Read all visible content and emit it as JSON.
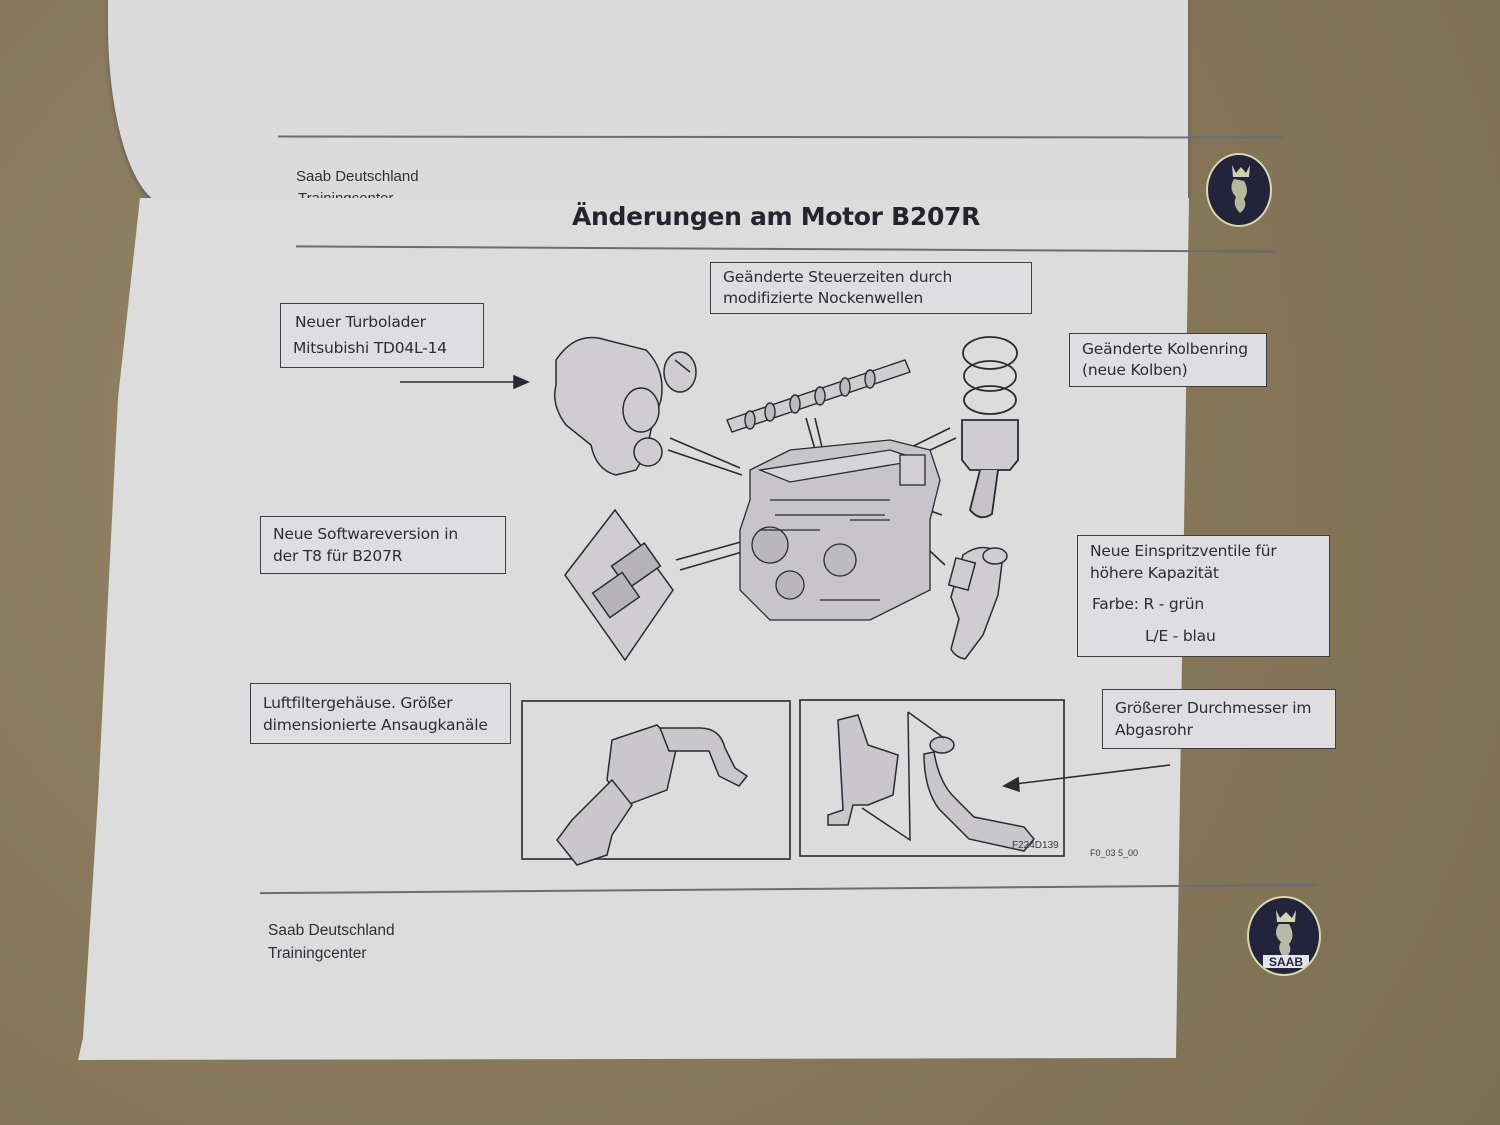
{
  "background": {
    "desk_color": "#8a7c5e",
    "paper_color": "#dddcdd",
    "ink_color": "#2d2c36"
  },
  "back_page": {
    "header": {
      "company": "Saab Deutschland",
      "department": "Trainingcenter"
    },
    "logo": {
      "icon": "saab-griffin-logo-icon"
    }
  },
  "page": {
    "title": "Änderungen am Motor B207R",
    "callouts": [
      {
        "id": "turbo",
        "lines": [
          "Neuer Turbolader",
          "Mitsubishi TD04L-14"
        ]
      },
      {
        "id": "camshaft",
        "lines": [
          "Geänderte Steuerzeiten durch",
          "modifizierte Nockenwellen"
        ]
      },
      {
        "id": "piston",
        "lines": [
          "Geänderte Kolbenring",
          "(neue Kolben)"
        ]
      },
      {
        "id": "software",
        "lines": [
          "Neue Softwareversion in",
          "der T8 für B207R"
        ]
      },
      {
        "id": "injector",
        "lines": [
          "Neue Einspritzventile für",
          "höhere Kapazität",
          "Farbe: R - grün",
          "L/E - blau"
        ]
      },
      {
        "id": "airfilter",
        "lines": [
          "Luftfiltergehäuse. Größer",
          "dimensionierte Ansaugkanäle"
        ]
      },
      {
        "id": "exhaust",
        "lines": [
          "Größerer Durchmesser im",
          "Abgasrohr"
        ]
      }
    ],
    "illustrations": {
      "engine": "engine-b207r-icon",
      "turbo": "turbocharger-icon",
      "camshaft": "camshaft-icon",
      "piston": "piston-rings-icon",
      "ecu": "ecu-t8-icon",
      "injector": "fuel-injector-icon",
      "airfilter": "air-filter-housing-icon",
      "exhaust": "exhaust-pipe-icon"
    },
    "figure_code": "F224D139",
    "slide_code": "F0_03 5_00"
  },
  "footer": {
    "company": "Saab Deutschland",
    "department": "Trainingcenter",
    "logo_text": "SAAB"
  }
}
